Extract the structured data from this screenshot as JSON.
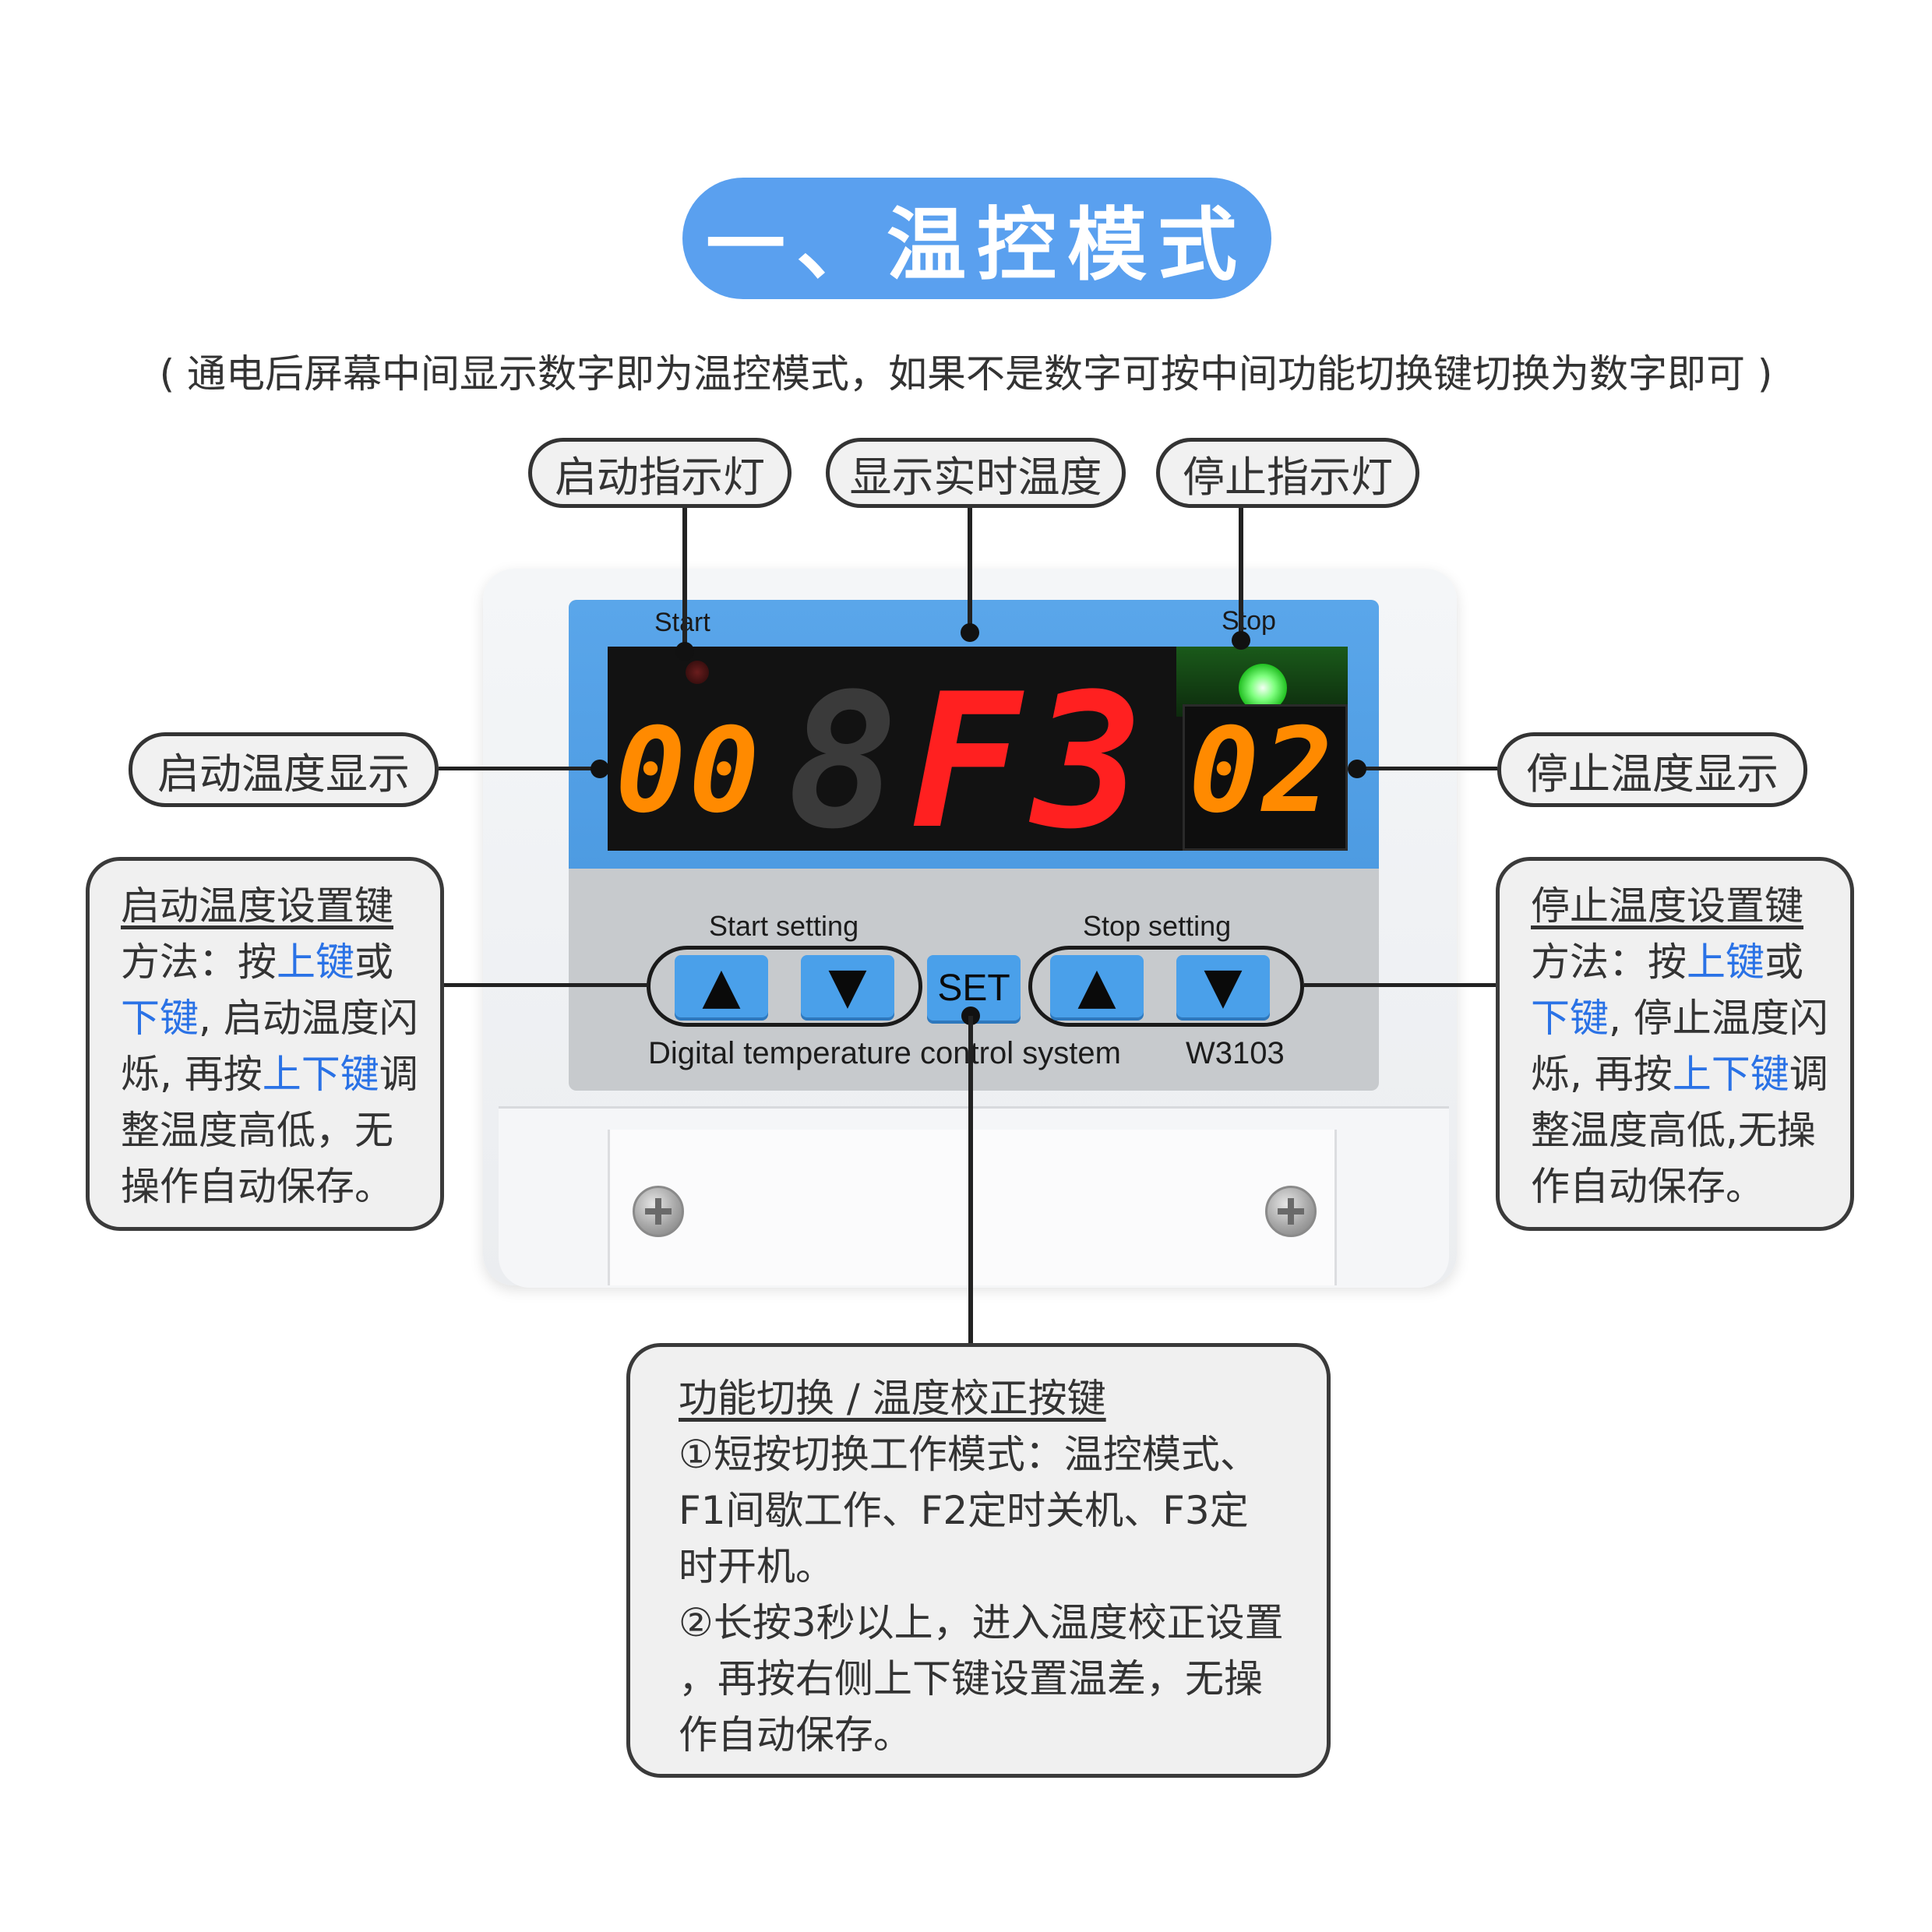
{
  "title": "一、温控模式",
  "subtitle": "( 通电后屏幕中间显示数字即为温控模式，如果不是数字可按中间功能切换键切换为数字即可 )",
  "labels": {
    "start_indicator": "启动指示灯",
    "realtime_temp": "显示实时温度",
    "stop_indicator": "停止指示灯",
    "start_temp_display": "启动温度显示",
    "stop_temp_display": "停止温度显示"
  },
  "device": {
    "start_led_label": "Start",
    "stop_led_label": "Stop",
    "start_digits": "00",
    "main_digits_ghost": "8",
    "main_digits": "F3",
    "stop_digits": "02",
    "start_setting_label": "Start setting",
    "stop_setting_label": "Stop setting",
    "set_label": "SET",
    "up_glyph": "▲",
    "down_glyph": "▼",
    "system_name": "Digital temperature control system",
    "model": "W3103",
    "colors": {
      "panel_blue": "#4d9be2",
      "digits_orange": "#ff8a00",
      "digits_red": "#ff2020",
      "stop_led_green": "#22c022"
    }
  },
  "start_setting_box": {
    "head": "启动温度设置键",
    "l2a": "方法：按",
    "l2b": "上键",
    "l2c": "或",
    "l3a": "下键",
    "l3b": ", 启动温度闪",
    "l4a": "烁, 再按",
    "l4b": "上下键",
    "l4c": "调",
    "l5": "整温度高低，无",
    "l6": "操作自动保存。"
  },
  "stop_setting_box": {
    "head": "停止温度设置键",
    "l2a": "方法：按",
    "l2b": "上键",
    "l2c": "或",
    "l3a": "下键",
    "l3b": ", 停止温度闪",
    "l4a": "烁, 再按",
    "l4b": "上下键",
    "l4c": "调",
    "l5": "整温度高低,无操",
    "l6": "作自动保存。"
  },
  "set_box": {
    "head": "功能切换 / 温度校正按键",
    "lines": [
      "①短按切换工作模式：温控模式、",
      "F1间歇工作、F2定时关机、F3定",
      "时开机。",
      "②长按3秒以上，进入温度校正设置",
      "，再按右侧上下键设置温差，无操",
      "作自动保存。"
    ]
  }
}
